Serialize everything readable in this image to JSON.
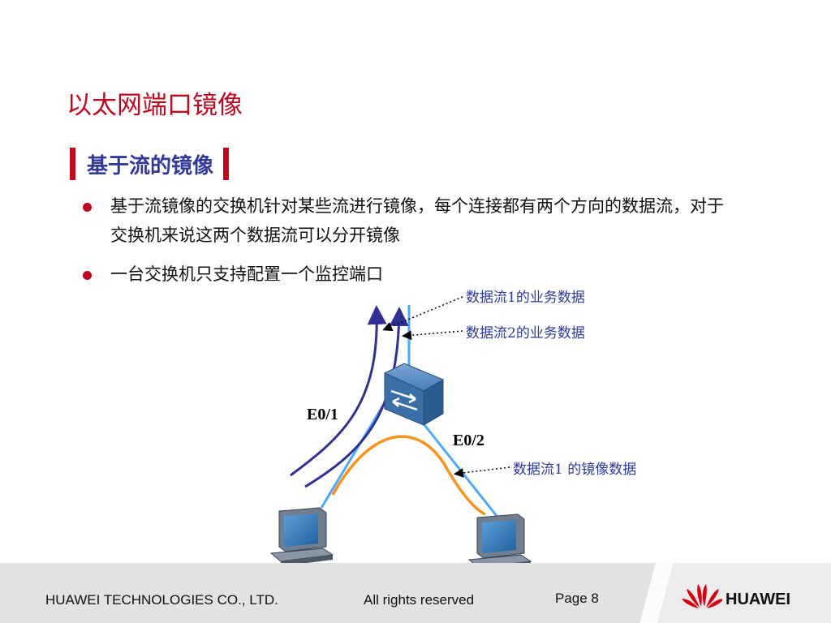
{
  "slide": {
    "title": "以太网端口镜像",
    "subheading": "基于流的镜像"
  },
  "bullets": [
    {
      "text": "基于流镜像的交换机针对某些流进行镜像，每个连接都有两个方向的数据流，对于交换机来说这两个数据流可以分开镜像"
    },
    {
      "text": "一台交换机只支持配置一个监控端口"
    }
  ],
  "diagram": {
    "callouts": {
      "flow1_business": "数据流1的业务数据",
      "flow2_business": "数据流2的业务数据",
      "flow1_mirror": "数据流1 的镜像数据"
    },
    "ports": {
      "e01": "E0/1",
      "e02": "E0/2"
    },
    "colors": {
      "flow1": "#2e3192",
      "flow2": "#2e3192",
      "link": "#4da6ff",
      "mirror": "#f7941d",
      "switch": "#3a6fa8"
    }
  },
  "footer": {
    "company": "HUAWEI TECHNOLOGIES CO., LTD.",
    "rights": "All rights reserved",
    "page": "Page 8",
    "brand": "HUAWEI"
  }
}
